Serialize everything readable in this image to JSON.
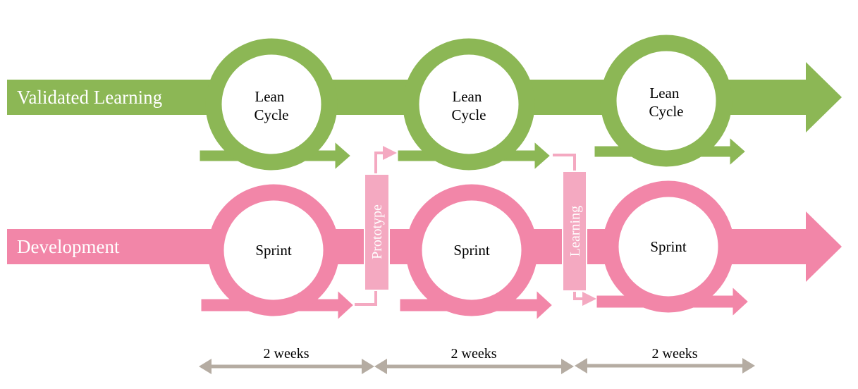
{
  "colors": {
    "green": "#8cb755",
    "pink": "#f286a8",
    "pink_light": "#f4a9c1",
    "gray": "#b5aca2",
    "white": "#ffffff",
    "text": "#000000"
  },
  "lanes": [
    {
      "label": "Validated Learning",
      "color": "green",
      "cycles": [
        {
          "line1": "Lean",
          "line2": "Cycle"
        },
        {
          "line1": "Lean",
          "line2": "Cycle"
        },
        {
          "line1": "Lean",
          "line2": "Cycle"
        }
      ]
    },
    {
      "label": "Development",
      "color": "pink",
      "cycles": [
        {
          "line1": "Sprint",
          "line2": ""
        },
        {
          "line1": "Sprint",
          "line2": ""
        },
        {
          "line1": "Sprint",
          "line2": ""
        }
      ]
    }
  ],
  "connectors": [
    {
      "label": "Prototype",
      "direction": "development-to-validated-learning"
    },
    {
      "label": "Learning",
      "direction": "validated-learning-to-development"
    }
  ],
  "durations": [
    "2 weeks",
    "2 weeks",
    "2 weeks"
  ]
}
